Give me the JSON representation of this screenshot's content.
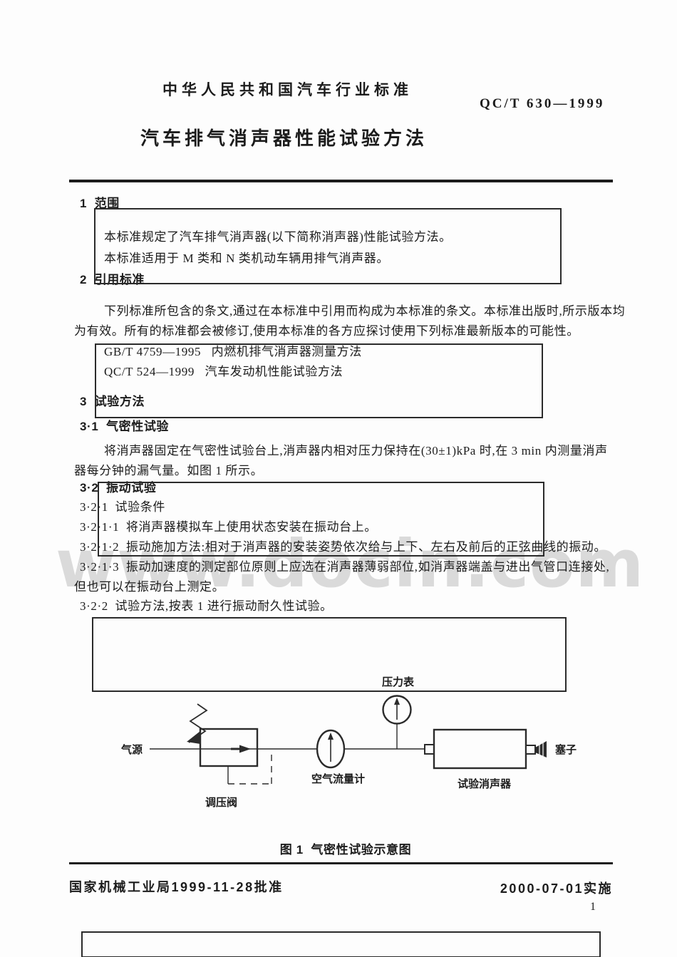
{
  "colors": {
    "ink": "#1c1c1c",
    "line": "#2b2b2b",
    "watermark": "#c6c6c6",
    "paper": "#fdfdfd"
  },
  "header": {
    "standard_class": "中华人民共和国汽车行业标准",
    "standard_number": "QC/T 630—1999",
    "doc_title": "汽车排气消声器性能试验方法"
  },
  "body": {
    "h1": "1  范围",
    "s1_p1": "本标准规定了汽车排气消声器(以下简称消声器)性能试验方法。",
    "s1_p2": "本标准适用于 M 类和 N 类机动车辆用排气消声器。",
    "h2": "2  引用标准",
    "s2_p1a": "下列标准所包含的条文,通过在本标准中引用而构成为本标准的条文。本标准出版时,所示版本均",
    "s2_p1b": "为有效。所有的标准都会被修订,使用本标准的各方应探讨使用下列标准最新版本的可能性。",
    "s2_ref1": "GB/T 4759—1995   内燃机排气消声器测量方法",
    "s2_ref2": "QC/T 524—1999   汽车发动机性能试验方法",
    "h3": "3  试验方法",
    "h3_1": "3·1  气密性试验",
    "s3_1_p1a": "将消声器固定在气密性试验台上,消声器内相对压力保持在(30±1)kPa 时,在 3 min 内测量消声",
    "s3_1_p1b": "器每分钟的漏气量。如图 1 所示。",
    "h3_2": "3·2  振动试验",
    "h3_2_1": "3·2·1  试验条件",
    "s3_2_1_1": "3·2·1·1  将消声器模拟车上使用状态安装在振动台上。",
    "s3_2_1_2": "3·2·1·2  振动施加方法:相对于消声器的安装姿势依次给与上下、左右及前后的正弦曲线的振动。",
    "s3_2_1_3a": "3·2·1·3  振动加速度的测定部位原则上应选在消声器薄弱部位,如消声器端盖与进出气管口连接处,",
    "s3_2_1_3b": "但也可以在振动台上测定。",
    "s3_2_2": "3·2·2  试验方法,按表 1 进行振动耐久性试验。"
  },
  "watermark": {
    "text": "www.docin.com"
  },
  "figure": {
    "caption": "图 1  气密性试验示意图",
    "labels": {
      "pressure_gauge": "压力表",
      "air_source": "气源",
      "regulator_valve": "调压阀",
      "air_flow_meter": "空气流量计",
      "test_muffler": "试验消声器",
      "plug": "塞子"
    }
  },
  "footer": {
    "approved": "国家机械工业局1999-11-28批准",
    "implemented": "2000-07-01实施",
    "page_number": "1"
  }
}
